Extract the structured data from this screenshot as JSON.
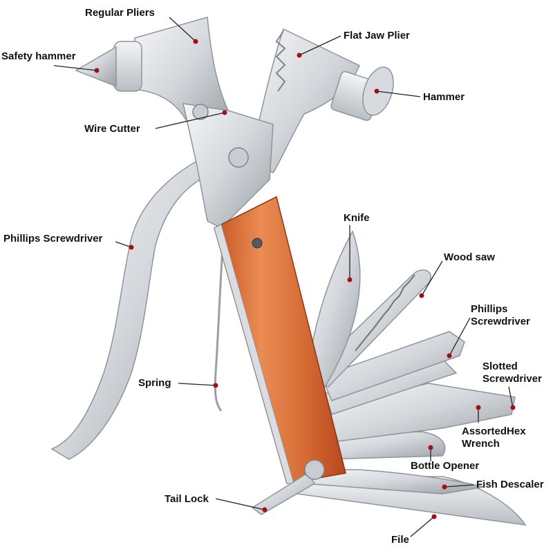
{
  "colors": {
    "steel_light": "#eceef0",
    "steel_mid": "#c9cdd2",
    "steel_dark": "#8e949b",
    "wood_light": "#e88a52",
    "wood_dark": "#b8461d",
    "dot": "#a30f17",
    "leader": "#222222"
  },
  "callouts": {
    "regular_pliers": "Regular Pliers",
    "safety_hammer": "Safety hammer",
    "flat_jaw_plier": "Flat Jaw Plier",
    "hammer": "Hammer",
    "wire_cutter": "Wire Cutter",
    "phillips_screwdriver_left": "Phillips Screwdriver",
    "knife": "Knife",
    "wood_saw": "Wood saw",
    "phillips_screwdriver_right": [
      "Phillips",
      "Screwdriver"
    ],
    "slotted_screwdriver": [
      "Slotted",
      "Screwdriver"
    ],
    "spring": "Spring",
    "assorted_hex_wrench": [
      "AssortedHex",
      "Wrench"
    ],
    "bottle_opener": "Bottle Opener",
    "fish_descaler": "Fish Descaler",
    "tail_lock": "Tail Lock",
    "file": "File"
  }
}
